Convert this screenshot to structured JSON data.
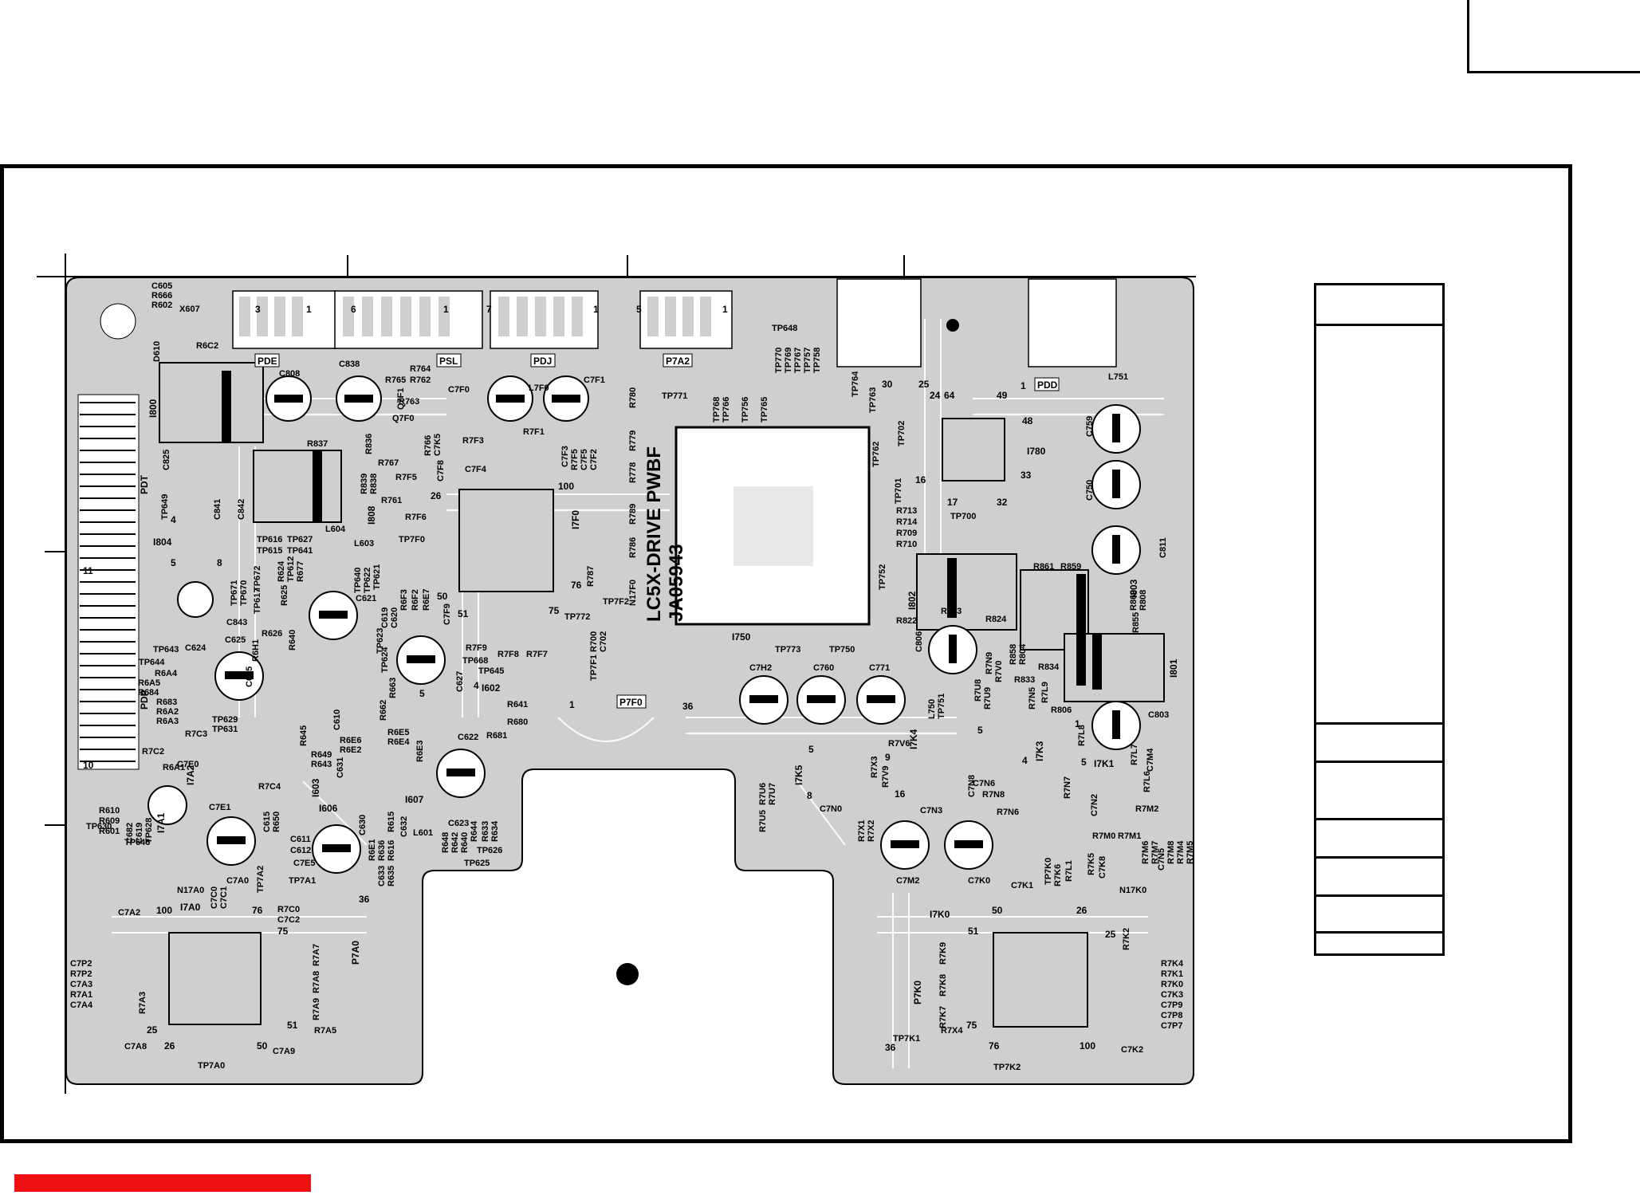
{
  "colors": {
    "board": "#cfcfcf",
    "ink": "#000000",
    "trace": "#ffffff",
    "accent_bar": "#ee1111"
  },
  "board": {
    "title_line1": "LC5X-DRIVE PWBF",
    "title_line2": "JA05943"
  },
  "connectors": {
    "pde": "PDE",
    "psl": "PSL",
    "pdj": "PDJ",
    "p7a2": "P7A2",
    "pdd": "PDD",
    "pdt": "PDT",
    "pdp": "PDP",
    "p7f0": "P7F0",
    "p7a0": "P7A0",
    "p7k0": "P7K0"
  },
  "ics": {
    "i800": "I800",
    "i804": "I804",
    "i808": "I808",
    "i7f0": "I7F0",
    "i750": "I750",
    "i780": "I780",
    "i802": "I802",
    "i803": "I803",
    "i801": "I801",
    "i602": "I602",
    "i603": "I603",
    "i606": "I606",
    "i607": "I607",
    "i7a2": "I7A2",
    "i7a1": "I7A1",
    "i7a0": "I7A0",
    "i7k5": "I7K5",
    "i7k4": "I7K4",
    "i7k3": "I7K3",
    "i7k1": "I7K1",
    "i7k0": "I7K0"
  },
  "labels": {
    "c605": "C605",
    "r666": "R666",
    "r602": "R602",
    "x607": "X607",
    "d610": "D610",
    "r6c2": "R6C2",
    "c808": "C808",
    "c838": "C838",
    "r764": "R764",
    "r765": "R765",
    "r762": "R762",
    "q7f1": "Q7F1",
    "c7f0": "C7F0",
    "l7f0": "L7F0",
    "c7f1": "C7F1",
    "r780": "R780",
    "tp771": "TP771",
    "tp648": "TP648",
    "tp770": "TP770",
    "tp769": "TP769",
    "tp767": "TP767",
    "tp757": "TP757",
    "tp758": "TP758",
    "tp764": "TP764",
    "tp763": "TP763",
    "l751": "L751",
    "r763": "R763",
    "q7f0": "Q7F0",
    "r7f3": "R7F3",
    "r7f1": "R7F1",
    "r779": "R779",
    "r778": "R778",
    "tp768": "TP768",
    "tp766": "TP766",
    "tp756": "TP756",
    "tp765": "TP765",
    "tp762": "TP762",
    "tp702": "TP702",
    "c759": "C759",
    "c825": "C825",
    "r837": "R837",
    "r836": "R836",
    "r766": "R766",
    "c7k5": "C7K5",
    "c7f3": "C7F3",
    "r7f5a": "R7F5",
    "c7f5": "C7F5",
    "c7f2": "C7F2",
    "r767": "R767",
    "c7f4": "C7F4",
    "c7f8": "C7F8",
    "r839": "R839",
    "r838": "R838",
    "r761": "R761",
    "r7f6": "R7F6",
    "r7f5": "R7F5",
    "r786": "R786",
    "r789": "R789",
    "tp701": "TP701",
    "tp700": "TP700",
    "c750": "C750",
    "c841": "C841",
    "c842": "C842",
    "l604": "L604",
    "l603": "L603",
    "tp7f0": "TP7F0",
    "tp649": "TP649",
    "tp616": "TP616",
    "tp615": "TP615",
    "tp627": "TP627",
    "tp641": "TP641",
    "r713": "R713",
    "r714": "R714",
    "r709": "R709",
    "r710": "R710",
    "c811": "C811",
    "r787": "R787",
    "n17f0": "N17F0",
    "tp752": "TP752",
    "r861": "R861",
    "r859": "R859",
    "tp671": "TP671",
    "tp670": "TP670",
    "tp672": "TP672",
    "tp617": "TP617",
    "tp612": "TP612",
    "r624": "R624",
    "r625": "R625",
    "r677": "R677",
    "tp640": "TP640",
    "tp622": "TP622",
    "tp621": "TP621",
    "c621": "C621",
    "r6f3": "R6F3",
    "r6f2": "R6F2",
    "r6e7": "R6E7",
    "c7f9": "C7F9",
    "tp7f2": "TP7F2",
    "r823": "R823",
    "r822": "R822",
    "r824": "R824",
    "r860": "R860",
    "r808": "R808",
    "r855": "R855",
    "tp643": "TP643",
    "c843": "C843",
    "c625": "C625",
    "c624": "C624",
    "r626": "R626",
    "r640": "R640",
    "c619": "C619",
    "c620": "C620",
    "tp772": "TP772",
    "r700": "R700",
    "c702": "C702",
    "c806": "C806",
    "tp644": "TP644",
    "r6a4": "R6A4",
    "r6a5": "R6A5",
    "r684": "R684",
    "r6h1": "R6H1",
    "tp623": "TP623",
    "r7f9": "R7F9",
    "tp668": "TP668",
    "r7f8": "R7F8",
    "r7f7": "R7F7",
    "tp773": "TP773",
    "tp750": "TP750",
    "c7h2": "C7H2",
    "c760": "C760",
    "c771": "C771",
    "r858": "R858",
    "r804": "R804",
    "r834": "R834",
    "r7n9": "R7N9",
    "r7v0": "R7V0",
    "r833": "R833",
    "tp645": "TP645",
    "tp624": "TP624",
    "c627": "C627",
    "tp7f1": "TP7F1",
    "r683": "R683",
    "r6a2": "R6A2",
    "r6a3": "R6A3",
    "c605b": "C605",
    "r663": "R663",
    "r662": "R662",
    "r641": "R641",
    "r680": "R680",
    "l750": "L750",
    "tp751": "TP751",
    "r7u8": "R7U8",
    "r7u9": "R7U9",
    "r7n5": "R7N5",
    "r7l9": "R7L9",
    "r806": "R806",
    "c803": "C803",
    "tp629": "TP629",
    "tp631": "TP631",
    "r7c3": "R7C3",
    "r645": "R645",
    "c610": "C610",
    "r6e5": "R6E5",
    "r6e4": "R6E4",
    "r6e6": "R6E6",
    "r6e2": "R6E2",
    "r6e3": "R6E3",
    "c622": "C622",
    "r681": "R681",
    "r7v6": "R7V6",
    "r7l8": "R7L8",
    "r7l7": "R7L7",
    "r7c2": "R7C2",
    "r6a1": "R6A1",
    "c7e0": "C7E0",
    "r649": "R649",
    "r643": "R643",
    "c631": "C631",
    "r7x3": "R7X3",
    "r7v9": "R7V9",
    "r7u6": "R7U6",
    "r7u7": "R7U7",
    "c7n6": "C7N6",
    "c7n8": "C7N8",
    "r7n8": "R7N8",
    "c7m4": "C7M4",
    "r7l6": "R7L6",
    "r7c4": "R7C4",
    "c615": "C615",
    "r650": "R650",
    "c611": "C611",
    "c612": "C612",
    "c7e1": "C7E1",
    "c630": "C630",
    "r636": "R636",
    "r616": "R616",
    "r615": "R615",
    "r6e1": "R6E1",
    "r635": "R635",
    "c633": "C633",
    "c632": "C632",
    "l601": "L601",
    "c623": "C623",
    "r633": "R633",
    "r634": "R634",
    "r648": "R648",
    "r642": "R642",
    "r640b": "R640",
    "r644": "R644",
    "tp626": "TP626",
    "tp625": "TP625",
    "r610": "R610",
    "r609": "R609",
    "r601": "R601",
    "c682": "C682",
    "c619b": "C619",
    "tp628": "TP628",
    "tp646": "TP646",
    "tp630": "TP630",
    "c7a0": "C7A0",
    "c7e5": "C7E5",
    "tp7a2": "TP7A2",
    "tp7a1": "TP7A1",
    "n17a0": "N17A0",
    "c7c0": "C7C0",
    "c7c1": "C7C1",
    "r7c0": "R7C0",
    "c7c2": "C7C2",
    "c7n0": "C7N0",
    "r7u5": "R7U5",
    "r7x1": "R7X1",
    "r7x2": "R7X2",
    "c7n3": "C7N3",
    "r7n6": "R7N6",
    "r7n7": "R7N7",
    "c7n2": "C7N2",
    "r7m0": "R7M0",
    "r7m1": "R7M1",
    "r7m2": "R7M2",
    "c7n5": "C7N5",
    "r7m8": "R7M8",
    "r7m6": "R7M6",
    "r7m4": "R7M4",
    "r7m7": "R7M7",
    "r7m5": "R7M5",
    "c7m2": "C7M2",
    "c7k0": "C7K0",
    "c7k1": "C7K1",
    "tp7k0": "TP7K0",
    "r7k6": "R7K6",
    "r7l1": "R7L1",
    "r7k5": "R7K5",
    "c7k8": "C7K8",
    "n17k0": "N17K0",
    "c7a2": "C7A2",
    "c7p2": "C7P2",
    "r7p2": "R7P2",
    "c7a3": "C7A3",
    "r7a1": "R7A1",
    "c7a4": "C7A4",
    "r7a3": "R7A3",
    "r7a7": "R7A7",
    "r7a8": "R7A8",
    "r7a9": "R7A9",
    "r7a5": "R7A5",
    "c7a8": "C7A8",
    "c7a9": "C7A9",
    "tp7a0": "TP7A0",
    "r7k9": "R7K9",
    "r7k8": "R7K8",
    "r7k7": "R7K7",
    "r7x4": "R7X4",
    "tp7k1": "TP7K1",
    "tp7k2": "TP7K2",
    "r7k2": "R7K2",
    "r7k4": "R7K4",
    "r7k1": "R7K1",
    "r7k0": "R7K0",
    "c7k3": "C7K3",
    "c7p9": "C7P9",
    "c7p8": "C7P8",
    "c7p7": "C7P7",
    "c7k2": "C7K2"
  },
  "pins": {
    "p3": "3",
    "p1": "1",
    "p6": "6",
    "p1b": "1",
    "p7": "7",
    "p1c": "1",
    "p5": "5",
    "p1d": "1",
    "p30": "30",
    "p25": "25",
    "p24": "24",
    "p64": "64",
    "p49": "49",
    "p48": "48",
    "p33": "33",
    "p16": "16",
    "p17": "17",
    "p32": "32",
    "p100": "100",
    "p26": "26",
    "p50": "50",
    "p51": "51",
    "p75": "75",
    "p76": "76",
    "p11": "11",
    "p10": "10",
    "p36": "36",
    "p4": "4",
    "p8": "8",
    "p9": "9",
    "p5b": "5",
    "p5c": "5",
    "p5d": "5",
    "p4b": "4",
    "p16b": "16",
    "p5e": "5",
    "p1e": "1",
    "p100b": "100",
    "p76b": "76",
    "p75b": "75",
    "p25b": "25",
    "p26b": "26",
    "p50b": "50",
    "p51b": "51",
    "p36b": "36",
    "p50c": "50",
    "p26c": "26",
    "p51c": "51",
    "p25c": "25",
    "p75c": "75",
    "p76c": "76",
    "p100c": "100",
    "p36c": "36",
    "p1f": "1",
    "p4c": "4",
    "p5f": "5",
    "p8b": "8",
    "p1g": "1"
  }
}
